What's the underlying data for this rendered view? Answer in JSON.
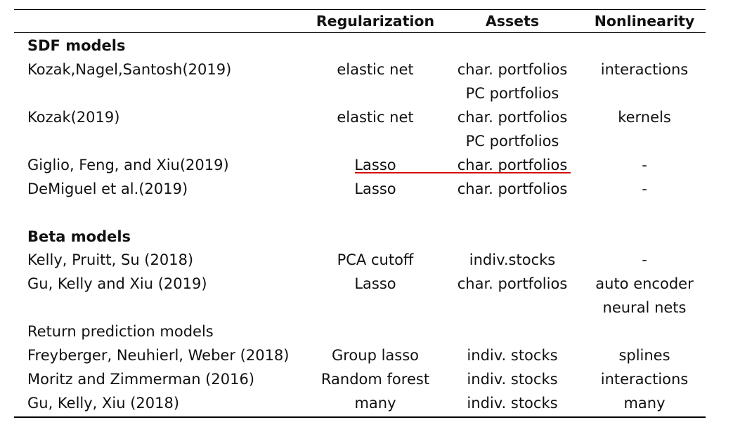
{
  "headers": {
    "col2": "Regularization",
    "col3": "Assets",
    "col4": "Nonlinearity"
  },
  "sections": {
    "sdf": "SDF models",
    "beta": "Beta models",
    "return": "Return prediction models"
  },
  "rows": [
    {
      "model": "Kozak,Nagel,Santosh(2019)",
      "reg": "elastic net",
      "assets": "char. portfolios",
      "nonlin": "interactions"
    },
    {
      "model": "",
      "reg": "",
      "assets": "PC portfolios",
      "nonlin": ""
    },
    {
      "model": "Kozak(2019)",
      "reg": "elastic net",
      "assets": "char. portfolios",
      "nonlin": "kernels"
    },
    {
      "model": "",
      "reg": "",
      "assets": "PC portfolios",
      "nonlin": ""
    },
    {
      "model": "Giglio, Feng, and Xiu(2019)",
      "reg": "Lasso",
      "assets": "char. portfolios",
      "nonlin": "-"
    },
    {
      "model": "DeMiguel et al.(2019)",
      "reg": "Lasso",
      "assets": "char. portfolios",
      "nonlin": "-"
    },
    {
      "model": "Kelly, Pruitt, Su (2018)",
      "reg": "PCA cutoff",
      "assets": "indiv.stocks",
      "nonlin": "-"
    },
    {
      "model": "Gu, Kelly and Xiu (2019)",
      "reg": "Lasso",
      "assets": "char. portfolios",
      "nonlin": "auto encoder"
    },
    {
      "model": "",
      "reg": "",
      "assets": "",
      "nonlin": "neural nets"
    },
    {
      "model": "Freyberger, Neuhierl, Weber (2018)",
      "reg": "Group lasso",
      "assets": "indiv. stocks",
      "nonlin": "splines"
    },
    {
      "model": "Moritz and Zimmerman (2016)",
      "reg": "Random forest",
      "assets": "indiv. stocks",
      "nonlin": "interactions"
    },
    {
      "model": "Gu, Kelly, Xiu (2018)",
      "reg": "many",
      "assets": "indiv. stocks",
      "nonlin": "many"
    }
  ],
  "colors": {
    "underline": "#d40000"
  }
}
